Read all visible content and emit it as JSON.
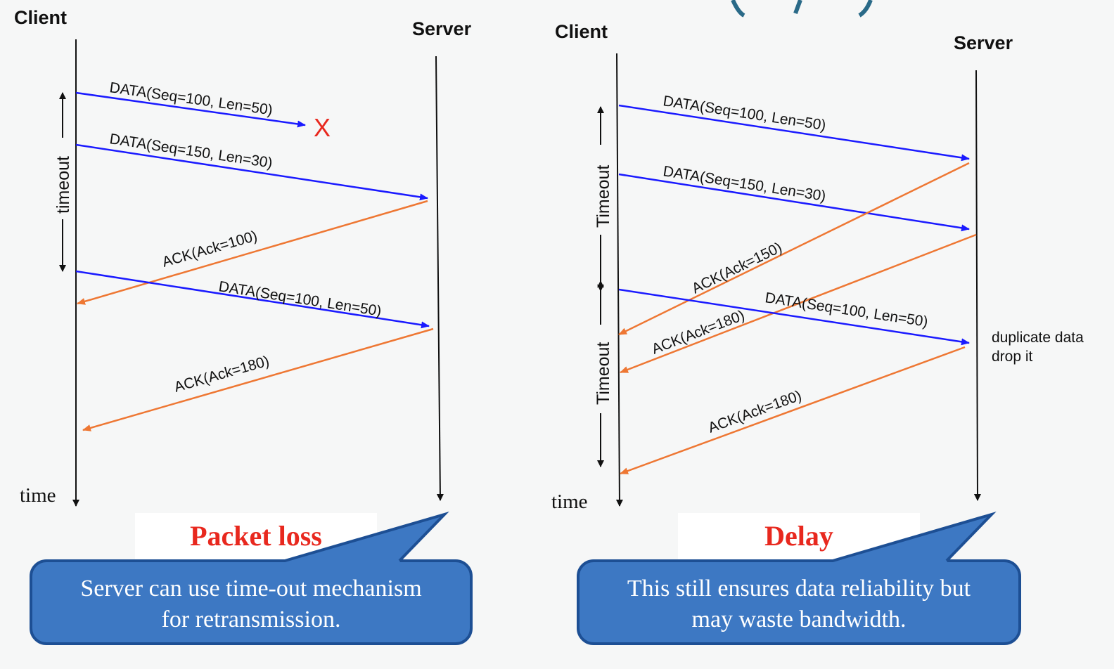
{
  "left_panel": {
    "client_label": "Client",
    "server_label": "Server",
    "time_label": "time",
    "timeout_label": "timeout",
    "msg1": "DATA(Seq=100, Len=50)",
    "loss_mark": "X",
    "msg2": "DATA(Seq=150, Len=30)",
    "ack1": "ACK(Ack=100)",
    "msg3": "DATA(Seq=100, Len=50)",
    "ack2": "ACK(Ack=180)",
    "title": "Packet loss",
    "callout_line1": "Server can use time-out mechanism",
    "callout_line2": "for retransmission."
  },
  "right_panel": {
    "client_label": "Client",
    "server_label": "Server",
    "time_label": "time",
    "timeout_label_1": "Timeout",
    "timeout_label_2": "Timeout",
    "msg1": "DATA(Seq=100, Len=50)",
    "msg2": "DATA(Seq=150, Len=30)",
    "ack1": "ACK(Ack=150)",
    "ack2": "ACK(Ack=180)",
    "msg3": "DATA(Seq=100, Len=50)",
    "ack3": "ACK(Ack=180)",
    "note_line1": "duplicate data",
    "note_line2": "drop it",
    "title": "Delay",
    "callout_line1": "This still ensures data reliability but",
    "callout_line2": "may waste bandwidth."
  },
  "colors": {
    "data_arrow": "#1a1aff",
    "ack_arrow": "#ee7733",
    "callout_fill": "#3d78c3",
    "title_red": "#e8281e"
  }
}
